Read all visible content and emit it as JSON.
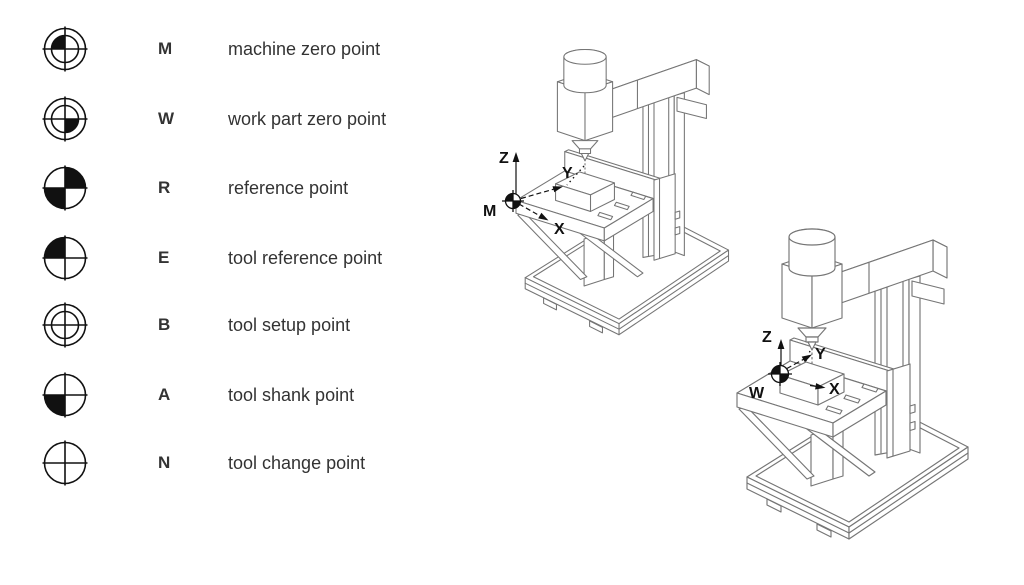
{
  "legend": {
    "items": [
      {
        "letter": "M",
        "label": "machine zero point",
        "symbol": {
          "rings": 2,
          "filled": [
            "tl"
          ]
        }
      },
      {
        "letter": "W",
        "label": "work part zero point",
        "symbol": {
          "rings": 2,
          "filled": [
            "br"
          ]
        }
      },
      {
        "letter": "R",
        "label": "reference point",
        "symbol": {
          "rings": 1,
          "filled": [
            "tr",
            "bl"
          ]
        }
      },
      {
        "letter": "E",
        "label": "tool reference point",
        "symbol": {
          "rings": 1,
          "filled": [
            "tl"
          ]
        }
      },
      {
        "letter": "B",
        "label": "tool setup point",
        "symbol": {
          "rings": 2,
          "filled": []
        }
      },
      {
        "letter": "A",
        "label": "tool shank point",
        "symbol": {
          "rings": 1,
          "filled": [
            "bl"
          ]
        }
      },
      {
        "letter": "N",
        "label": "tool change point",
        "symbol": {
          "rings": 1,
          "filled": []
        }
      }
    ]
  },
  "machines": [
    {
      "id": "machine-view-m",
      "origin_label": "M",
      "axis_z": "Z",
      "axis_y": "Y",
      "axis_x": "X",
      "origin_symbol": {
        "rings": 1,
        "filled": [
          "tl",
          "br"
        ]
      }
    },
    {
      "id": "machine-view-w",
      "origin_label": "W",
      "axis_z": "Z",
      "axis_y": "Y",
      "axis_x": "X",
      "origin_symbol": {
        "rings": 1,
        "filled": [
          "tl",
          "br"
        ]
      }
    }
  ],
  "colors": {
    "background": "#ffffff",
    "line_art": "#757575",
    "ink": "#111111",
    "text": "#333333"
  }
}
